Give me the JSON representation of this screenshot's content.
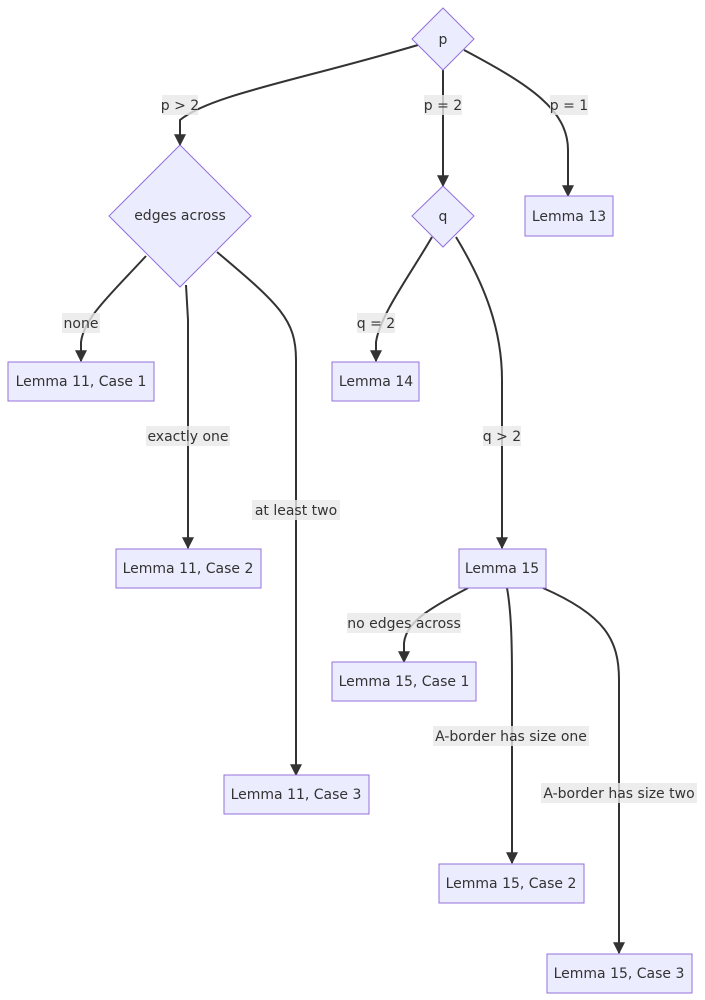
{
  "nodes": {
    "p": "p",
    "edges_across": "edges across",
    "q": "q",
    "lemma13": "Lemma 13",
    "lemma11_case1": "Lemma 11, Case 1",
    "lemma14": "Lemma 14",
    "lemma11_case2": "Lemma 11, Case 2",
    "lemma15": "Lemma 15",
    "lemma15_case1": "Lemma 15, Case 1",
    "lemma11_case3": "Lemma 11, Case 3",
    "lemma15_case2": "Lemma 15, Case 2",
    "lemma15_case3": "Lemma 15, Case 3"
  },
  "edges": {
    "p_gt_2": "p > 2",
    "p_eq_2": "p = 2",
    "p_eq_1": "p = 1",
    "none": "none",
    "exactly_one": "exactly one",
    "at_least_two": "at least two",
    "q_eq_2": "q = 2",
    "q_gt_2": "q > 2",
    "no_edges_across": "no edges across",
    "a_border_one": "A-border has size one",
    "a_border_two": "A-border has size two"
  },
  "colors": {
    "node_fill": "#ECECFF",
    "node_stroke": "#9370DB",
    "edge": "#333333",
    "label_bg": "#e8e8e8"
  }
}
